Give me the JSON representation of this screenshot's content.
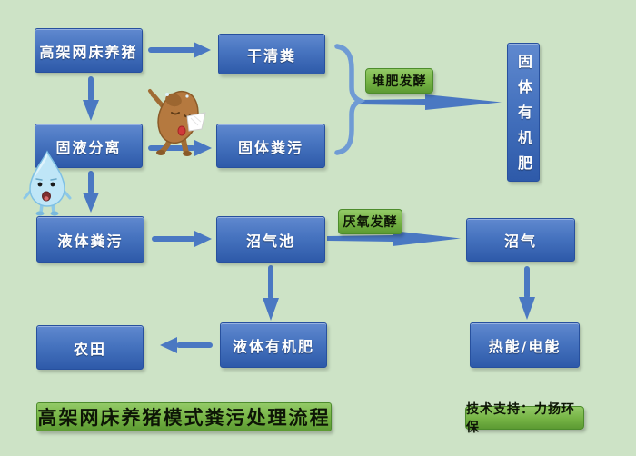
{
  "diagram": {
    "title": "高架网床养猪模式粪污处理流程",
    "support": "技术支持：力扬环保",
    "nodes": {
      "pig_farming": "高架网床养猪",
      "dry_manure_collection": "干清粪",
      "solid_liquid_separation": "固液分离",
      "solid_manure": "固体粪污",
      "liquid_manure": "液体粪污",
      "biogas_digester": "沼气池",
      "biogas": "沼气",
      "farmland": "农田",
      "liquid_organic_fertilizer": "液体有机肥",
      "solid_organic_fertilizer": "固体有机肥",
      "heat_or_electric_energy": "热能/电能"
    },
    "process_labels": {
      "composting_fermentation": "堆肥发酵",
      "anaerobic_fermentation": "厌氧发酵"
    },
    "edges": [
      {
        "from": "高架网床养猪",
        "to": "干清粪"
      },
      {
        "from": "高架网床养猪",
        "to": "固液分离"
      },
      {
        "from": "固液分离",
        "to": "固体粪污"
      },
      {
        "from": "固液分离",
        "to": "液体粪污"
      },
      {
        "from": "干清粪 + 固体粪污",
        "to": "固体有机肥",
        "label": "堆肥发酵"
      },
      {
        "from": "液体粪污",
        "to": "沼气池"
      },
      {
        "from": "沼气池",
        "to": "沼气",
        "label": "厌氧发酵"
      },
      {
        "from": "沼气",
        "to": "热能/电能"
      },
      {
        "from": "沼气池",
        "to": "液体有机肥"
      },
      {
        "from": "液体有机肥",
        "to": "农田"
      }
    ],
    "mascots": {
      "pig": "pig-mascot",
      "water_drop": "water-drop-mascot"
    },
    "colors": {
      "background": "#cde3c6",
      "node_blue": "#3f6dbd",
      "node_blue_dark": "#2e5aa9",
      "arrow_blue": "#4a78c2",
      "brace_blue": "#6f9bd4",
      "label_green": "#75b344",
      "text_on_node": "#ffffff",
      "text_on_label": "#0d1506"
    }
  }
}
